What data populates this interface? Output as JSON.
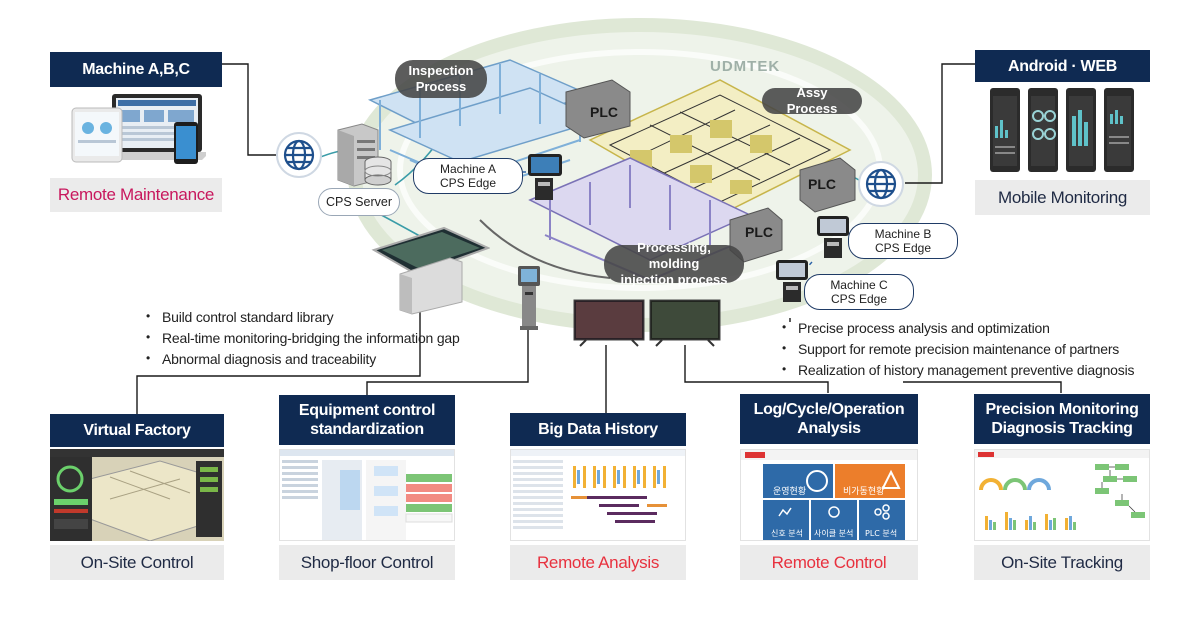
{
  "watermark": "UDMTEK",
  "top_left": {
    "header": "Machine A,B,C",
    "caption": "Remote Maintenance"
  },
  "top_right": {
    "header": "Android · WEB",
    "caption": "Mobile Monitoring"
  },
  "cps_server_label": "CPS Server",
  "process_labels": {
    "inspection": [
      "Inspection",
      "Process"
    ],
    "assy": "Assy Process",
    "processing": [
      "Processing, molding",
      "injection process"
    ]
  },
  "plc_labels": [
    "PLC",
    "PLC",
    "PLC"
  ],
  "machine_tags": {
    "a": [
      "Machine A",
      "CPS Edge"
    ],
    "b": [
      "Machine B",
      "CPS Edge"
    ],
    "c": [
      "Machine C",
      "CPS Edge"
    ]
  },
  "bullets_left": [
    "Build control standard library",
    "Real-time monitoring-bridging the information gap",
    "Abnormal diagnosis and traceability"
  ],
  "bullets_right": [
    "Precise process analysis and optimization",
    "Support for remote precision maintenance of partners",
    "Realization of history management preventive diagnosis"
  ],
  "bottom": [
    {
      "header": [
        "Virtual Factory"
      ],
      "caption": "On-Site Control",
      "color": "dark"
    },
    {
      "header": [
        "Equipment control",
        "standardization"
      ],
      "caption": "Shop-floor Control",
      "color": "dark"
    },
    {
      "header": [
        "Big Data History"
      ],
      "caption": "Remote Analysis",
      "color": "red"
    },
    {
      "header": [
        "Log/Cycle/Operation",
        "Analysis"
      ],
      "caption": "Remote Control",
      "color": "red"
    },
    {
      "header": [
        "Precision Monitoring",
        "Diagnosis Tracking"
      ],
      "caption": "On-Site Tracking",
      "color": "dark"
    }
  ],
  "thumb_text": {
    "panel1": "운영현황",
    "panel2": "비가동현황",
    "panel3": "신호 분석",
    "panel4": "사이클 분석",
    "panel5": "PLC 분석"
  },
  "colors": {
    "header_bg": "#0f2a52",
    "caption_bg": "#ebebeb",
    "pink": "#c8175d",
    "red": "#e8313e",
    "dark_text": "#1f2a44",
    "globe": "#1e4f8c"
  },
  "icons": [
    "globe-icon",
    "server-icon",
    "kiosk-icon",
    "monitor-icon",
    "laptop-icon",
    "tablet-icon",
    "phone-icon"
  ]
}
